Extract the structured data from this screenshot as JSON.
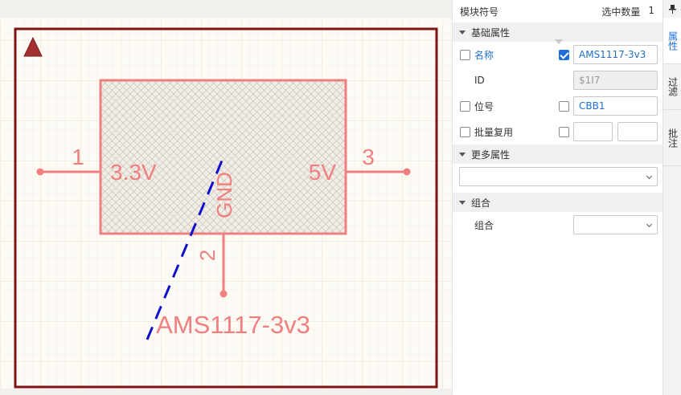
{
  "canvas": {
    "component": {
      "left_pin_number": "1",
      "right_pin_number": "3",
      "bottom_pin_number": "2",
      "left_pin_name": "3.3V",
      "right_pin_name": "5V",
      "bottom_pin_name": "GND",
      "value_label": "AMS1117-3v3"
    },
    "colors": {
      "frame": "#7f1212",
      "symbol": "#f08080",
      "selection_line": "#1010cc"
    }
  },
  "panel": {
    "header": {
      "title": "模块符号",
      "selected_label": "选中数量",
      "selected_count": "1"
    },
    "basic_section": {
      "title": "基础属性",
      "name_label": "名称",
      "name_value": "AMS1117-3v3",
      "id_label": "ID",
      "id_value": "$1I7",
      "designator_label": "位号",
      "designator_value": "CBB1",
      "batch_label": "批量复用",
      "batch_value_1": "",
      "batch_value_2": ""
    },
    "more_section": {
      "title": "更多属性",
      "select_value": ""
    },
    "group_section": {
      "title": "组合",
      "group_label": "组合",
      "group_value": ""
    }
  },
  "tabs": {
    "pin_icon": "pin-icon",
    "items": [
      "属性",
      "过滤",
      "批注"
    ]
  }
}
